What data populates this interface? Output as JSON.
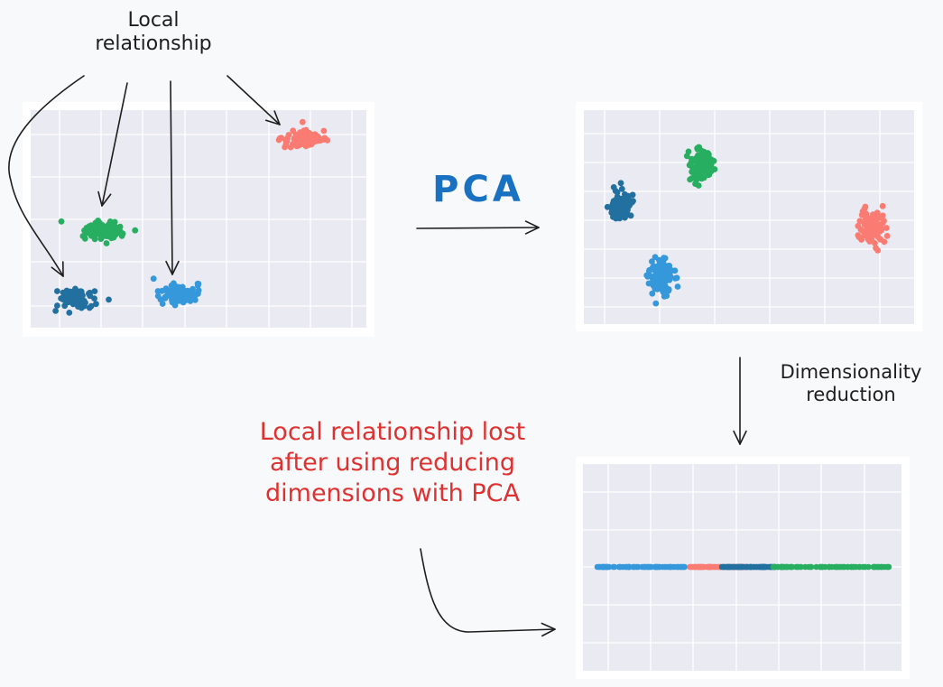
{
  "labels": {
    "local_relationship": [
      "Local",
      "relationship"
    ],
    "pca": "PCA",
    "dimensionality_reduction": [
      "Dimensionality",
      "reduction"
    ],
    "lost_note": [
      "Local relationship lost",
      "after using reducing",
      "dimensions with PCA"
    ]
  },
  "colors": {
    "background": "#f8f9fb",
    "panel": "#ffffff",
    "plot_bg": "#eaeaf2",
    "grid": "#ffffff",
    "ink": "#1e1e1e",
    "pca_label": "#1971c2",
    "note": "#e03131",
    "dark_blue": "#22709f",
    "light_blue": "#3598db",
    "green": "#27ae60",
    "salmon": "#fa7b72"
  },
  "chart_data": [
    {
      "id": "original",
      "type": "scatter",
      "title": "",
      "grid": true,
      "series": [
        {
          "name": "dark_blue",
          "center": [
            82,
            330
          ],
          "spread": [
            18,
            9
          ]
        },
        {
          "name": "light_blue",
          "center": [
            200,
            326
          ],
          "spread": [
            20,
            9
          ]
        },
        {
          "name": "green",
          "center": [
            115,
            256
          ],
          "spread": [
            20,
            8
          ]
        },
        {
          "name": "salmon",
          "center": [
            338,
            153
          ],
          "spread": [
            22,
            8
          ]
        }
      ]
    },
    {
      "id": "pca_rotated",
      "type": "scatter",
      "title": "",
      "grid": true,
      "series": [
        {
          "name": "dark_blue",
          "center": [
            688,
            229
          ],
          "spread": [
            11,
            15
          ]
        },
        {
          "name": "light_blue",
          "center": [
            733,
            308
          ],
          "spread": [
            12,
            18
          ]
        },
        {
          "name": "green",
          "center": [
            776,
            183
          ],
          "spread": [
            11,
            17
          ]
        },
        {
          "name": "salmon",
          "center": [
            967,
            252
          ],
          "spread": [
            13,
            16
          ]
        }
      ]
    },
    {
      "id": "pca_1d",
      "type": "scatter",
      "title": "",
      "grid": true,
      "y_line": 628,
      "series": [
        {
          "name": "light_blue",
          "x_range": [
            662,
            760
          ]
        },
        {
          "name": "salmon",
          "x_range": [
            763,
            826
          ]
        },
        {
          "name": "dark_blue",
          "x_range": [
            800,
            870
          ]
        },
        {
          "name": "green",
          "x_range": [
            856,
            985
          ]
        }
      ]
    }
  ]
}
